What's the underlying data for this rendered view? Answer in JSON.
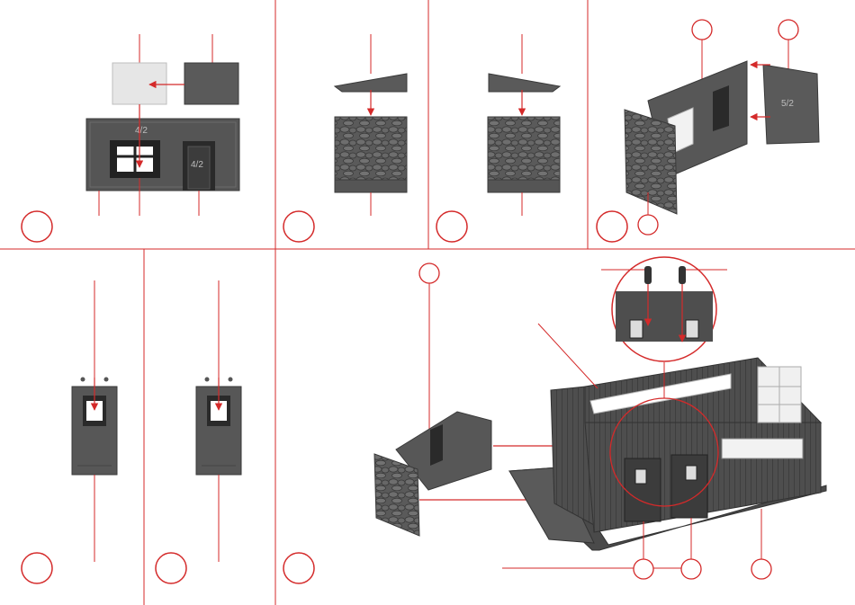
{
  "sheet": {
    "title": "",
    "accent_color": "#d42a2a",
    "divider_color": "#d42a2a",
    "part_color": "#4a4a4a",
    "light_part_color": "#e6e6e6"
  },
  "steps": [
    {
      "id": "panel-1",
      "step_label": "",
      "embossed_label_1": "4/2",
      "embossed_label_2": "4/2"
    },
    {
      "id": "panel-2",
      "step_label": ""
    },
    {
      "id": "panel-3",
      "step_label": ""
    },
    {
      "id": "panel-4",
      "step_label": "",
      "embossed_label_1": "5/2"
    },
    {
      "id": "panel-5",
      "step_label": ""
    },
    {
      "id": "panel-6",
      "step_label": ""
    },
    {
      "id": "panel-7",
      "step_label": ""
    }
  ],
  "icons": {
    "arrow": "arrow-icon",
    "step_circle": "circle-icon",
    "detail_magnifier": "magnifier-circle-icon"
  }
}
